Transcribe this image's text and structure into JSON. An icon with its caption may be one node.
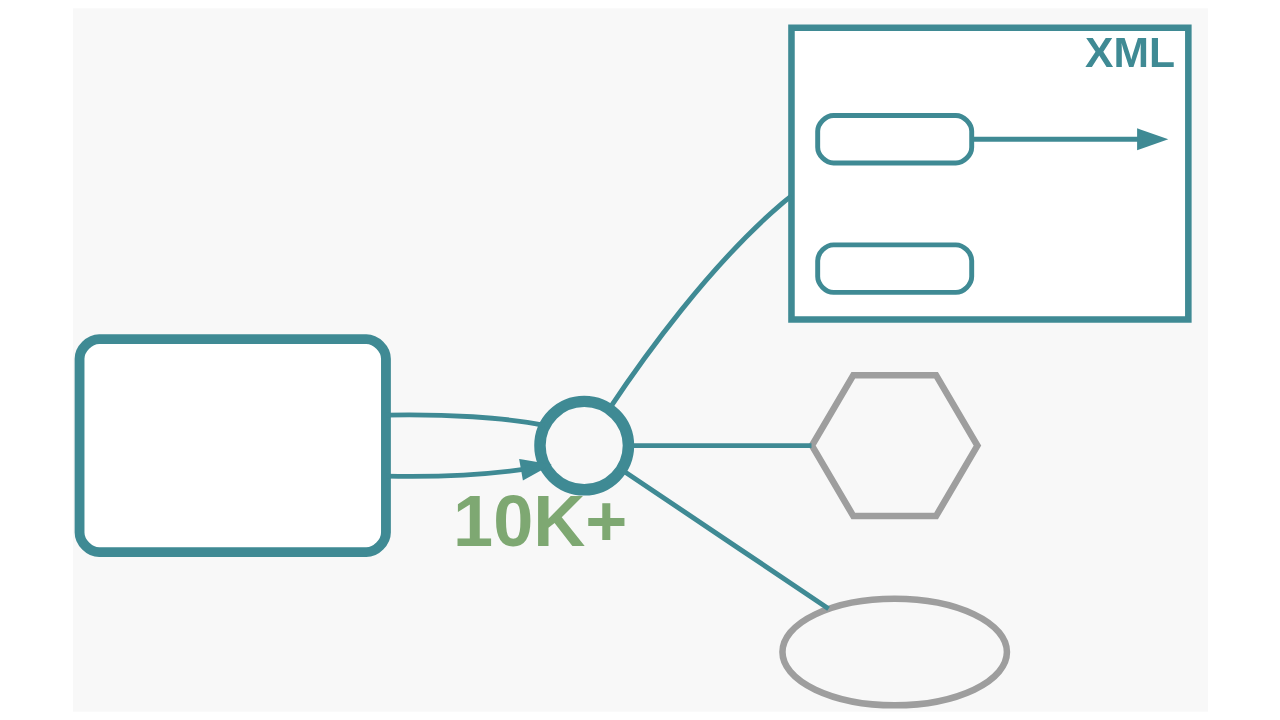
{
  "diagram": {
    "nodes": [
      {
        "text": [],
        "shape": "bubble"
      },
      {
        "text": [],
        "shape": "circle",
        "beside": [
          "10K+"
        ]
      },
      {
        "text": [
          "XML"
        ]
      },
      {
        "text": [],
        "shape": "box",
        "in": 2
      },
      {
        "text": [],
        "shape": "box",
        "in": 2
      },
      {
        "text": [],
        "shape": "hexagon"
      },
      {
        "text": [],
        "shape": "cloud"
      }
    ],
    "edges": [
      {
        "from": 0,
        "to": 1,
        "arrow": "to"
      },
      {
        "from": 0,
        "to": 1,
        "arrow": "none"
      },
      {
        "from": 1,
        "to": 2,
        "arrow": "none"
      },
      {
        "from": 1,
        "to": 5,
        "arrow": "none"
      },
      {
        "from": 1,
        "to": 6,
        "arrow": "none"
      },
      {
        "from": 3,
        "to": null,
        "arrow": "to"
      }
    ]
  }
}
